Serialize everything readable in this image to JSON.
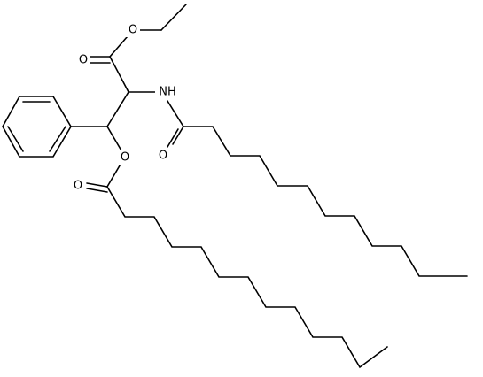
{
  "molecule": {
    "atom_labels": {
      "ester_ether_oxygen": "O",
      "ester_carbonyl_oxygen": "O",
      "amide_nitrogen": "NH",
      "amide_carbonyl_oxygen": "O",
      "acyloxy_ether_oxygen": "O",
      "acyloxy_carbonyl_oxygen": "O"
    },
    "colors": {
      "bond": "#000000",
      "background": "#ffffff"
    }
  }
}
